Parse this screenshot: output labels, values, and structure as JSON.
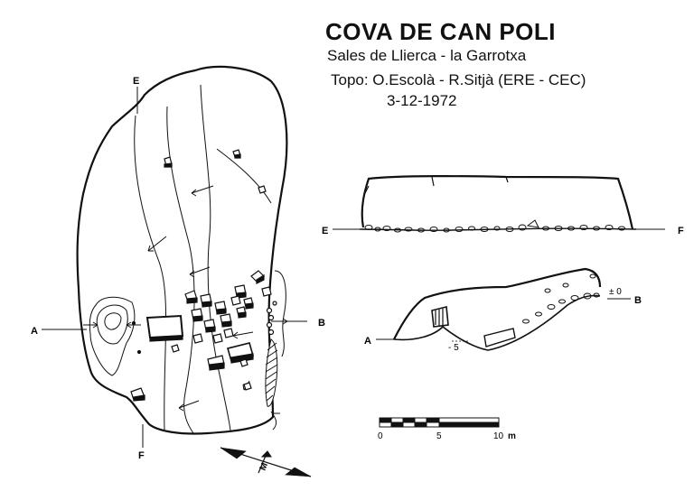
{
  "header": {
    "title": "COVA DE CAN POLI",
    "subtitle": "Sales de Llierca - la Garrotxa",
    "credit": "Topo: O.Escolà - R.Sitjà (ERE - CEC)",
    "date": "3-12-1972"
  },
  "plan": {
    "labels": {
      "a": "A",
      "b": "B",
      "e": "E",
      "f": "F"
    },
    "north_label": "M"
  },
  "section_ef": {
    "left_label": "E",
    "right_label": "F"
  },
  "section_ab": {
    "left_label": "A",
    "right_label": "B",
    "depth_zero": "± 0",
    "depth_minus5": "- 5"
  },
  "scale_bar": {
    "ticks": [
      "0",
      "5",
      "10"
    ],
    "unit": "m"
  }
}
